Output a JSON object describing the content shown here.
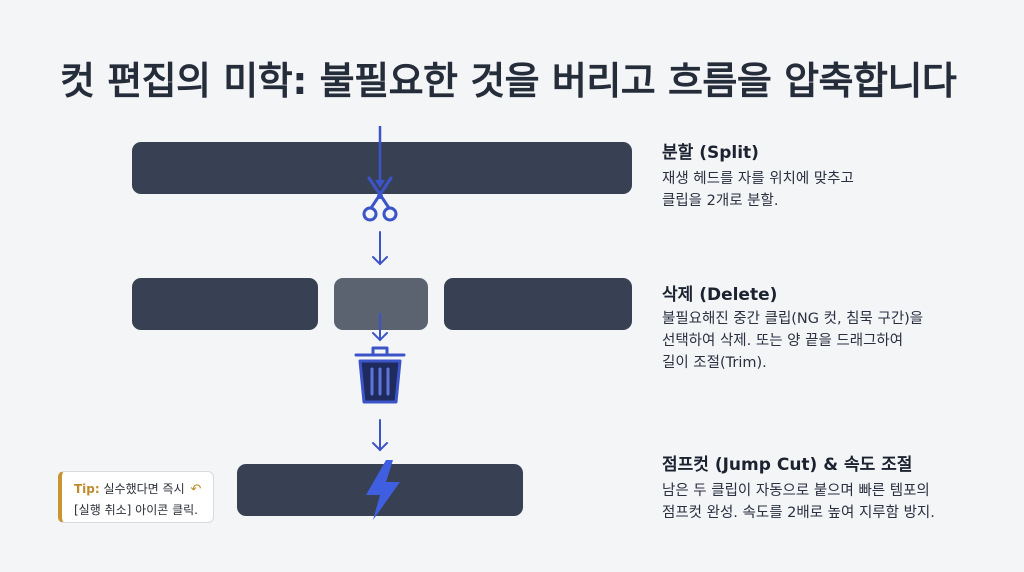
{
  "title": "컷 편집의 미학: 불필요한 것을 버리고 흐름을 압축합니다",
  "steps": [
    {
      "title": "분할 (Split)",
      "desc": [
        "재생 헤드를 자를 위치에 맞추고",
        "클립을 2개로 분할."
      ]
    },
    {
      "title": "삭제 (Delete)",
      "desc": [
        "불필요해진 중간 클립(NG 컷, 침묵 구간)을",
        "선택하여 삭제. 또는 양 끝을 드래그하여",
        "길이 조절(Trim)."
      ]
    },
    {
      "title": "점프컷 (Jump Cut) & 속도 조절",
      "desc": [
        "남은 두 클립이 자동으로 붙으며 빠른 템포의",
        "점프컷 완성. 속도를 2배로 높여 지루함 방지."
      ]
    }
  ],
  "tip": {
    "label": "Tip:",
    "line1": "실수했다면 즉시",
    "line2": "[실행 취소] 아이콘 클릭.",
    "icon": "undo-icon"
  },
  "icons": [
    "scissors-icon",
    "trash-icon",
    "lightning-icon",
    "arrow-down-icon"
  ],
  "colors": {
    "background": "#f4f5f7",
    "clip": "#374153",
    "clip_removed": "#5b6270",
    "accent": "#3b55c9",
    "tip_accent": "#c99432"
  }
}
